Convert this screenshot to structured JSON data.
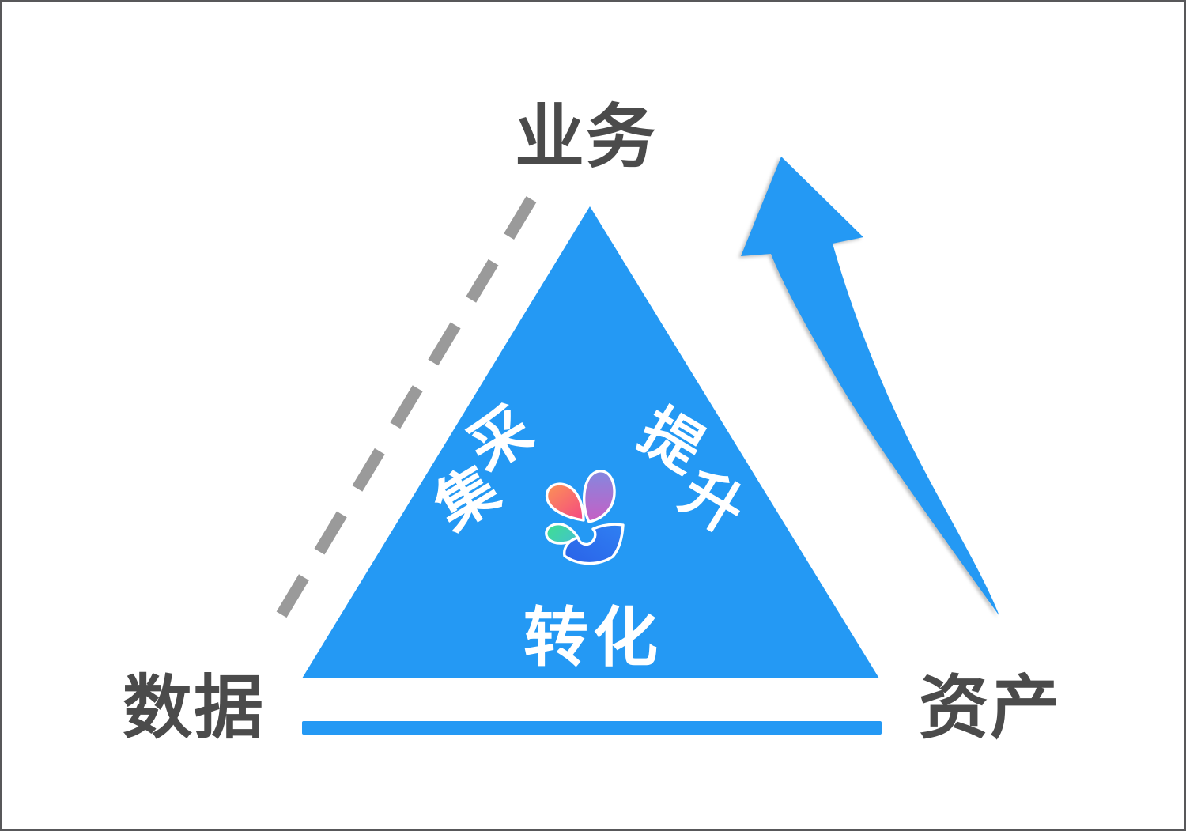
{
  "diagram": {
    "vertex_labels": {
      "top": "业务",
      "bottom_left": "数据",
      "bottom_right": "资产"
    },
    "edge_labels": {
      "left": {
        "chars": [
          "采",
          "集"
        ]
      },
      "right": {
        "chars": [
          "提",
          "升"
        ]
      },
      "bottom": "转化"
    }
  },
  "icons": {
    "center_logo": "flower-petal-logo-icon",
    "arrow": "growth-curved-arrow-icon",
    "dashed_line": "dashed-guideline",
    "underline_bar": "base-underline-bar"
  },
  "colors": {
    "primary_blue": "#2499F4",
    "text_dark": "#4B4B4B",
    "dash_gray": "#9A9A9A",
    "white": "#FFFFFF",
    "border_gray": "#58585A",
    "petal_purple_from": "#8487DF",
    "petal_purple_to": "#C75FC4",
    "petal_orange_from": "#FC9355",
    "petal_orange_to": "#F54E7E",
    "petal_green_from": "#3EE08E",
    "petal_green_to": "#43C6C5",
    "fan_blue_from": "#2A62E8",
    "fan_blue_to": "#2F80F2"
  }
}
